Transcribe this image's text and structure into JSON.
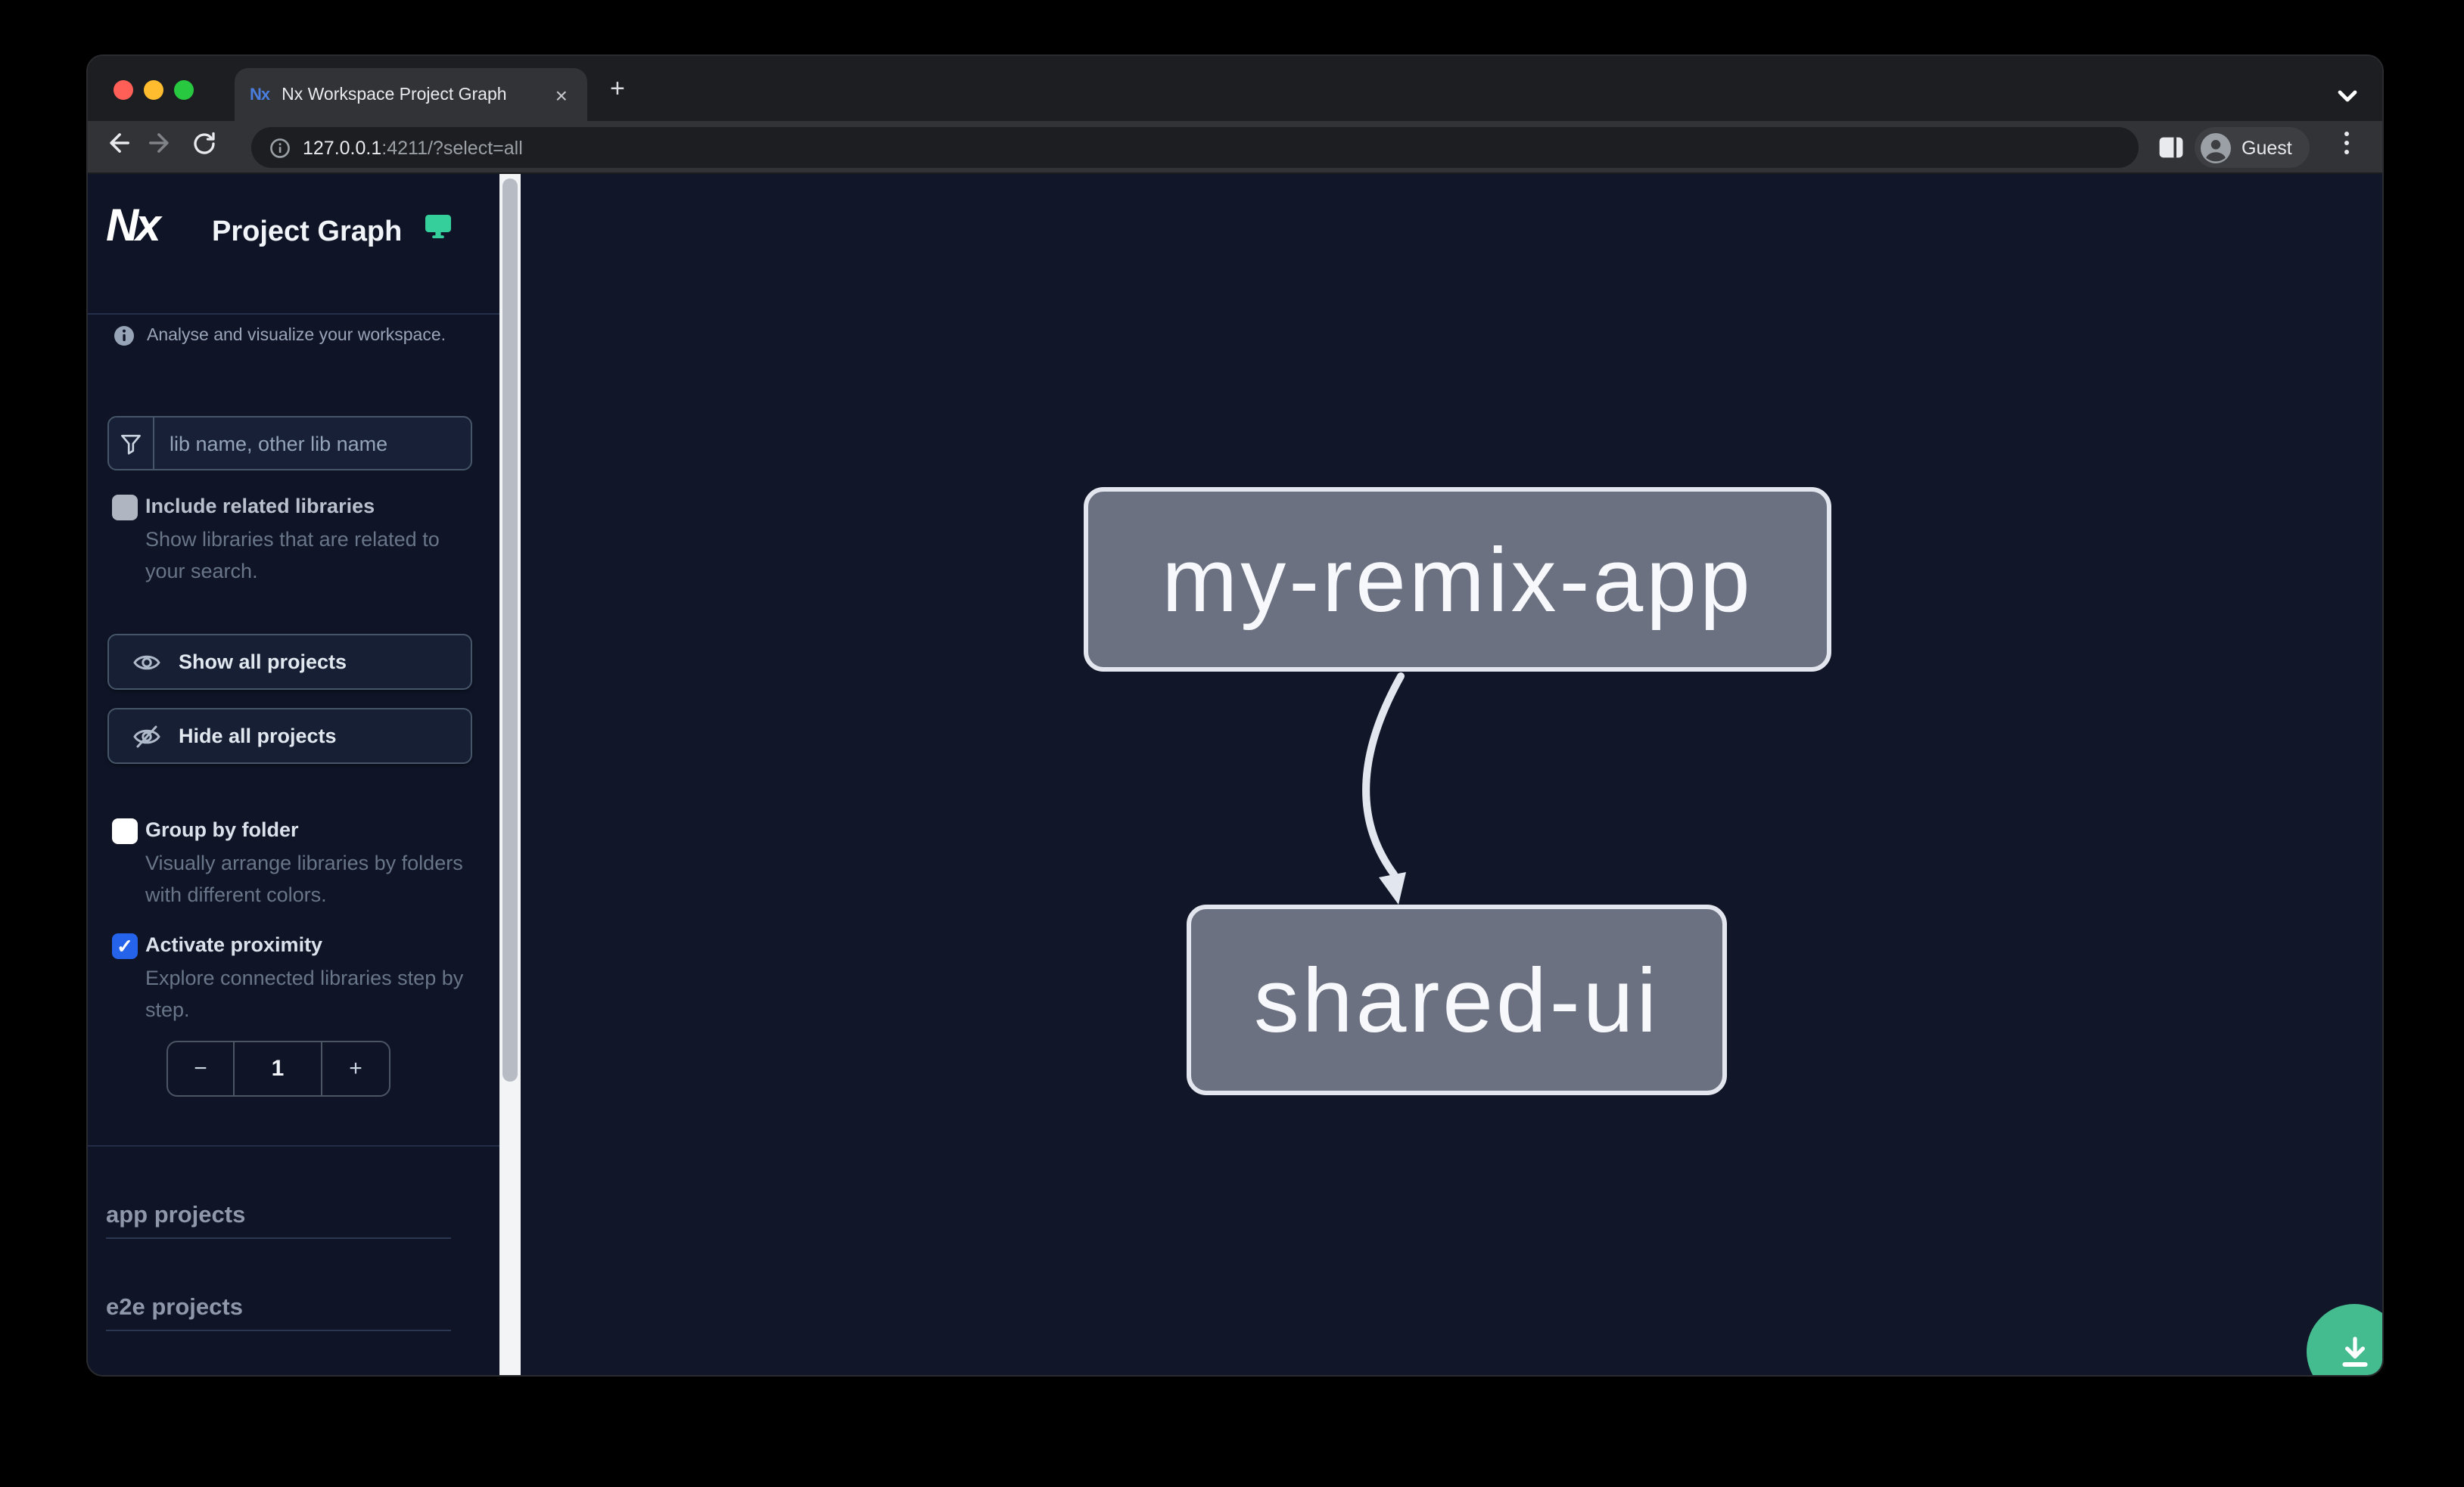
{
  "browser": {
    "tab": {
      "title": "Nx Workspace Project Graph",
      "favicon_text": "Nx"
    },
    "url": {
      "host": "127.0.0.1",
      "rest": ":4211/?select=all"
    },
    "profile_label": "Guest"
  },
  "glyphs": {
    "close": "×",
    "plus": "+",
    "check": "✓"
  },
  "sidebar": {
    "logo_text": "Nx",
    "app_title": "Project Graph",
    "tagline": "Analyse and visualize your workspace.",
    "search": {
      "placeholder": "lib name, other lib name"
    },
    "checkboxes": [
      {
        "label": "Include related libraries",
        "description": "Show libraries that are related to your search.",
        "checked": false
      },
      {
        "label": "Group by folder",
        "description": "Visually arrange libraries by folders with different colors.",
        "checked": false
      },
      {
        "label": "Activate proximity",
        "description": "Explore connected libraries step by step.",
        "checked": true
      }
    ],
    "buttons": [
      {
        "label": "Show all projects",
        "icon": "eye-icon"
      },
      {
        "label": "Hide all projects",
        "icon": "eye-slash-icon"
      }
    ],
    "proximity": {
      "value": "1",
      "decrement": "−",
      "increment": "+"
    },
    "sections": [
      {
        "label": "app projects"
      },
      {
        "label": "e2e projects"
      }
    ]
  },
  "graph": {
    "nodes": [
      {
        "label": "my-remix-app"
      },
      {
        "label": "shared-ui"
      }
    ],
    "edges": [
      {
        "source": "my-remix-app",
        "target": "shared-ui"
      }
    ]
  },
  "colors": {
    "accent_teal": "#35cf9c",
    "fab_green": "#45bc8f",
    "checkbox_blue": "#2563eb",
    "node_fill": "#6b7180",
    "node_border": "#e3e6ee",
    "edge": "#e2e6ef",
    "canvas_bg": "#111628",
    "sidebar_bg": "#0f1527"
  }
}
